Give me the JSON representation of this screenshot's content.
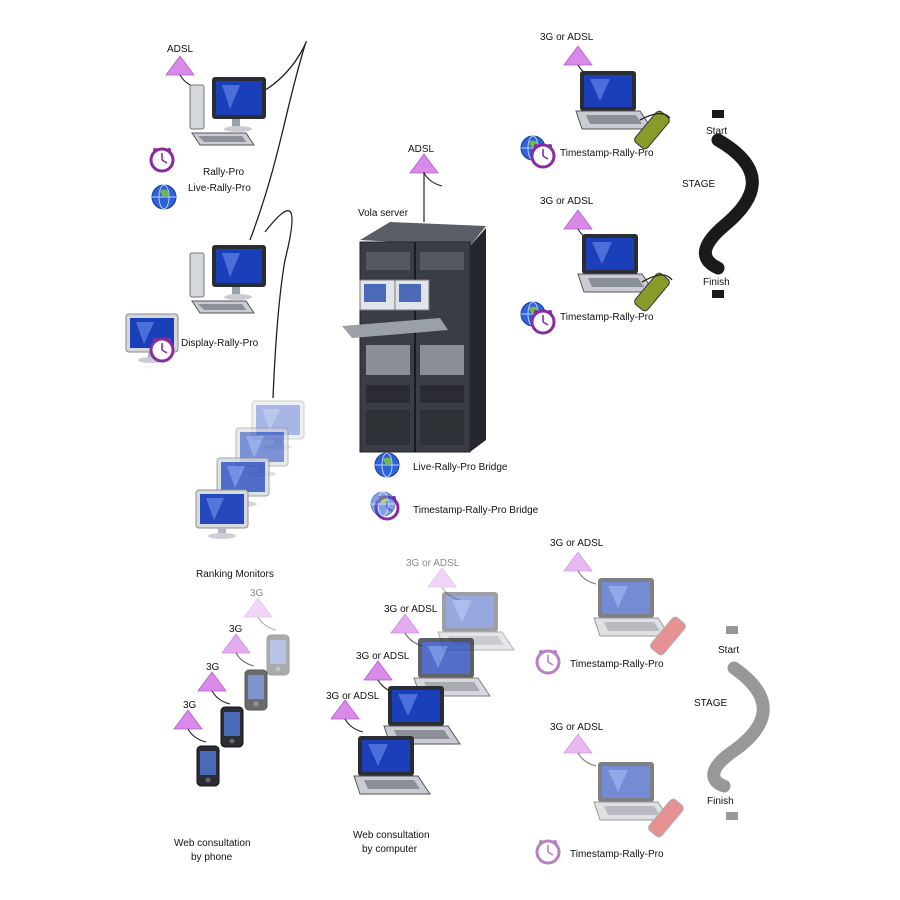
{
  "labels": {
    "adsl": "ADSL",
    "g3_or_adsl": "3G or ADSL",
    "g3": "3G",
    "rally_pro": "Rally-Pro",
    "live_rally_pro": "Live-Rally-Pro",
    "display_rally_pro": "Display-Rally-Pro",
    "ranking_monitors": "Ranking Monitors",
    "vola_server": "Vola server",
    "live_bridge": "Live-Rally-Pro Bridge",
    "timestamp_bridge": "Timestamp-Rally-Pro Bridge",
    "timestamp_rally_pro": "Timestamp-Rally-Pro",
    "start": "Start",
    "stage": "STAGE",
    "finish": "Finish",
    "web_phone_line1": "Web consultation",
    "web_phone_line2": "by phone",
    "web_computer_line1": "Web consultation",
    "web_computer_line2": "by computer"
  },
  "colors": {
    "signal": "#d98ae8",
    "screen": "#1a3fb8",
    "device": "#c9ccd2",
    "rack": "#3a3d44",
    "clock": "#8a2ca0",
    "globe": "#2f62d9",
    "track": "#1a1a1a",
    "track_faded": "#555555",
    "handset": "#8a9a2a",
    "handset_faded": "#d64a4a"
  },
  "icons": [
    "signal-arrow-icon",
    "desktop-computer-icon",
    "laptop-icon",
    "server-rack-icon",
    "clock-icon",
    "globe-icon",
    "smartphone-icon",
    "gps-handset-icon",
    "monitor-icon",
    "track-icon"
  ]
}
